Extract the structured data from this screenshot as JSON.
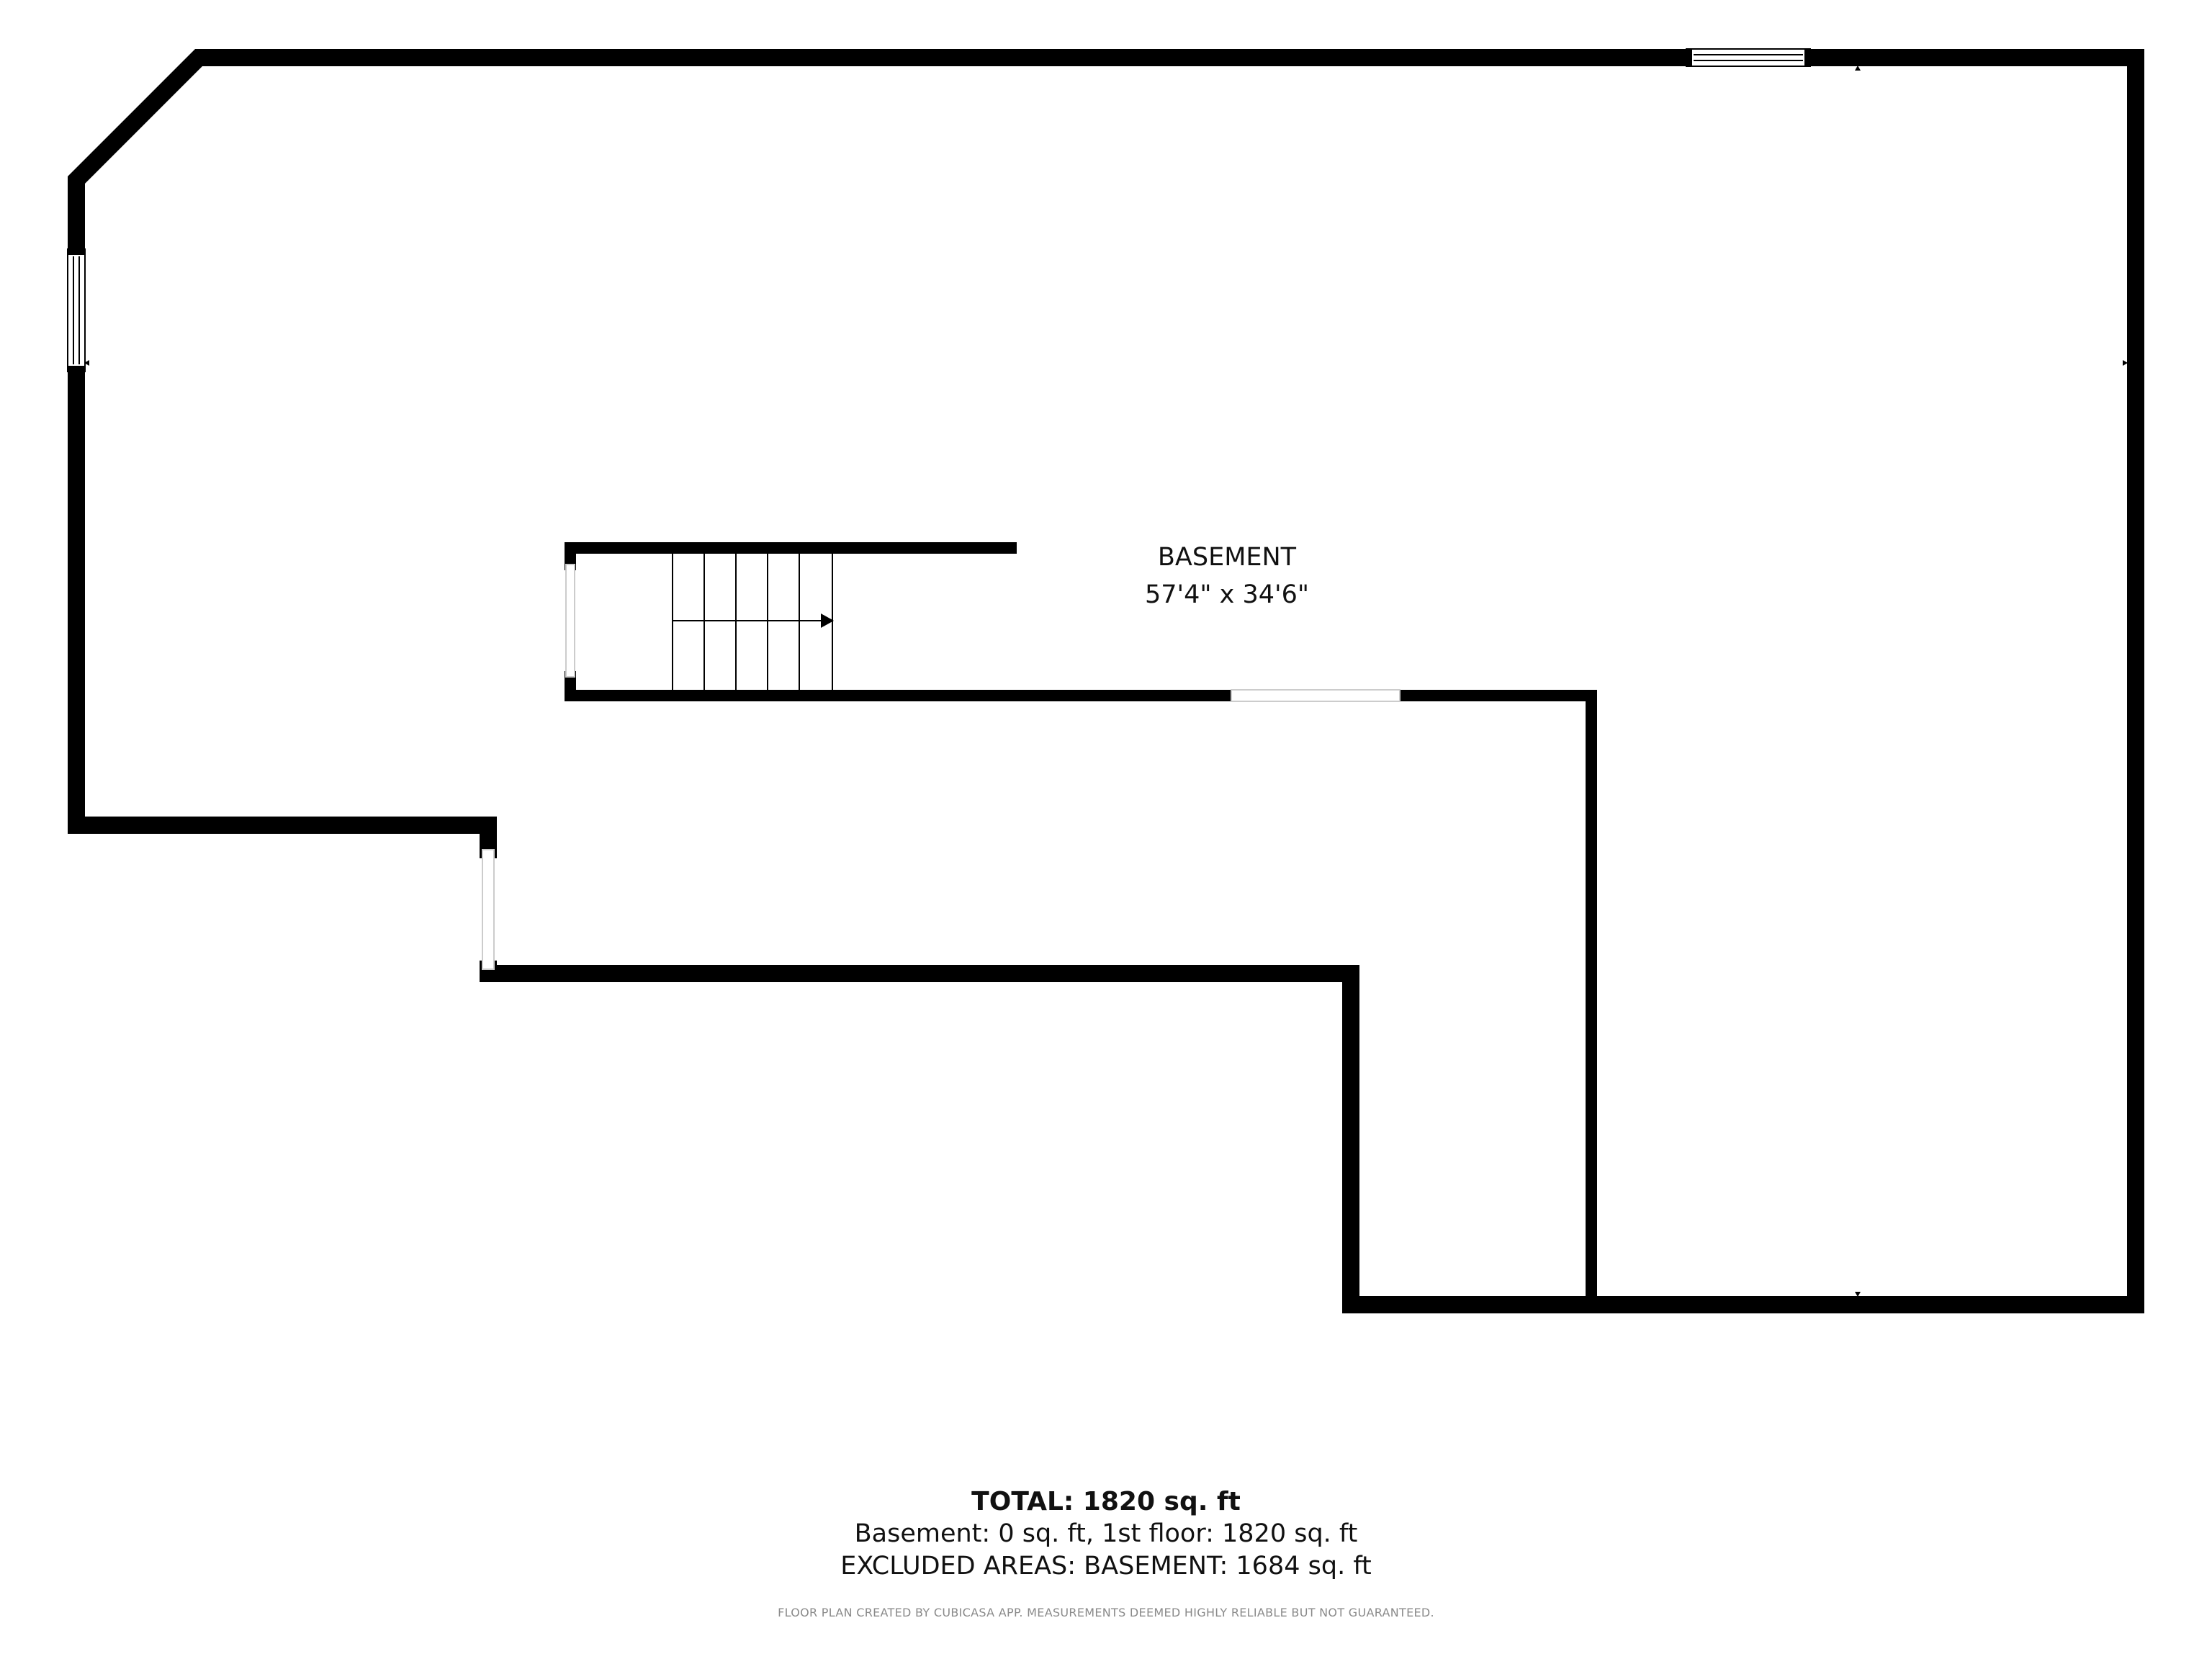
{
  "room": {
    "name": "BASEMENT",
    "dimensions": "57'4\" x 34'6\""
  },
  "summary": {
    "total": "TOTAL: 1820 sq. ft",
    "breakdown": "Basement: 0 sq. ft, 1st floor: 1820 sq. ft",
    "excluded": "EXCLUDED AREAS: BASEMENT: 1684 sq. ft"
  },
  "footnote": "FLOOR PLAN CREATED BY CUBICASA APP. MEASUREMENTS DEEMED HIGHLY RELIABLE BUT NOT GUARANTEED.",
  "colors": {
    "wall": "#000000",
    "background": "#ffffff",
    "footnote": "#8a8a8a"
  }
}
